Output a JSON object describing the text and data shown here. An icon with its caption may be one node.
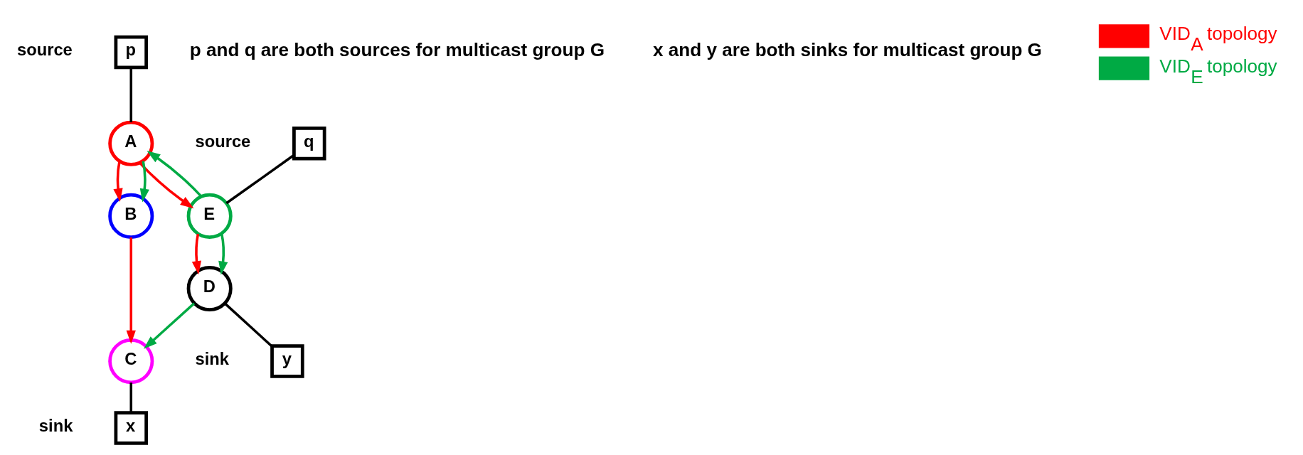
{
  "diagram": {
    "nodes": [
      {
        "text": [
          "p"
        ],
        "beside": [
          "source"
        ]
      },
      {
        "text": [
          "A"
        ]
      },
      {
        "text": [
          "q"
        ],
        "beside": [
          "source"
        ]
      },
      {
        "text": [
          "E"
        ]
      },
      {
        "text": [
          "B"
        ]
      },
      {
        "text": [
          "C"
        ]
      },
      {
        "text": [
          "D"
        ]
      },
      {
        "text": [
          "x"
        ],
        "beside": [
          "sink"
        ]
      },
      {
        "text": [
          "y"
        ],
        "beside": [
          "sink"
        ]
      }
    ],
    "edges": [
      {
        "from": 0,
        "to": 1,
        "arrow": "none"
      },
      {
        "from": 1,
        "to": 4,
        "arrow": "to",
        "color": "#ff0000"
      },
      {
        "from": 1,
        "to": 4,
        "arrow": "to",
        "color": "#00aa44"
      },
      {
        "from": 1,
        "to": 3,
        "arrow": "to",
        "color": "#ff0000"
      },
      {
        "from": 3,
        "to": 1,
        "arrow": "to",
        "color": "#00aa44"
      },
      {
        "from": 2,
        "to": 3,
        "arrow": "none"
      },
      {
        "from": 4,
        "to": 5,
        "arrow": "to",
        "color": "#ff0000"
      },
      {
        "from": 3,
        "to": 6,
        "arrow": "to",
        "color": "#ff0000"
      },
      {
        "from": 3,
        "to": 6,
        "arrow": "to",
        "color": "#00aa44"
      },
      {
        "from": 6,
        "to": 5,
        "arrow": "to",
        "color": "#00aa44"
      },
      {
        "from": 5,
        "to": 7,
        "arrow": "none"
      },
      {
        "from": 6,
        "to": 8,
        "arrow": "none"
      }
    ],
    "labels": [
      "p and q are both sources for multicast group G",
      "x and y are both sinks for multicast group G"
    ],
    "legend": [
      {
        "text": "VID$_{A}$ topology",
        "color": "#ff0000"
      },
      {
        "text": "VID$_{E}$ topology",
        "color": "#00aa44"
      }
    ]
  }
}
